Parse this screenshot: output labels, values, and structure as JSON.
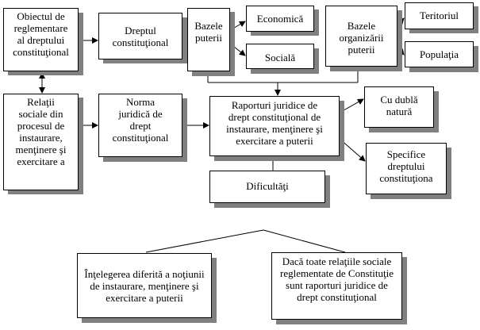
{
  "boxes": {
    "obiectul": "Obiectul de\nreglementare\nal dreptului\nconstituţional",
    "dreptul": "Dreptul\nconstituţional",
    "bazele_puterii": "Bazele\nputerii",
    "economica": "Economică",
    "sociala": "Socială",
    "bazele_organizarii": "Bazele\norganizării\nputerii",
    "teritoriul": "Teritoriul",
    "populatia": "Populaţia",
    "relatii": "Relaţii\nsociale din\nprocesul de\ninstaurare,\nmenţinere şi\nexercitare a",
    "norma": "Norma\njuridică de\ndrept\nconstituţional",
    "raporturi": "Raporturi juridice de\ndrept constituţional de\ninstaurare, menţinere şi\nexercitare a puterii",
    "cu_dubla": "Cu dublă\nnatură",
    "specifice": "Specifice\ndreptului\nconstituţiona",
    "dificultati": "Dificultăţi",
    "intelegerea": "Înţelegerea diferită a noţiunii\nde instaurare, menţinere şi\nexercitare a puterii",
    "daca_toate": "Dacă toate relaţiile sociale\nreglementate de Constituţie\nsunt raporturi juridice de\ndrept constituţional"
  },
  "colors": {
    "shadow": "#808080",
    "border": "#000000",
    "background": "#ffffff"
  }
}
